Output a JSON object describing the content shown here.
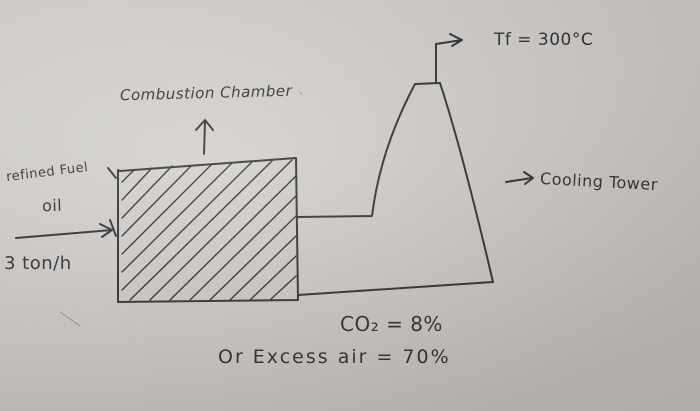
{
  "labels": {
    "chamber": "Combustion Chamber",
    "fuel": "refined Fuel",
    "oil": "oil",
    "rate": "3 ton/h",
    "tf": "Tf = 300°C",
    "tower": "Cooling Tower",
    "co2": "CO₂ = 8%",
    "excess": "Or Excess air = 70%"
  },
  "colors": {
    "ink": "#2f2f33",
    "paper": "#d4d1cd"
  }
}
